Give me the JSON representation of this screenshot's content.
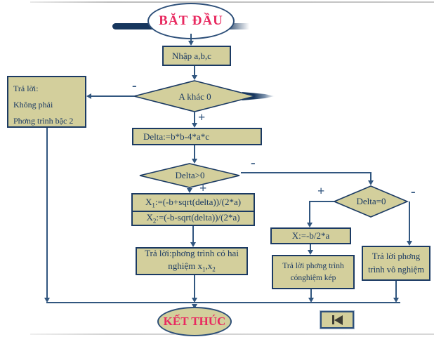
{
  "slide": {
    "title_oval": "BĂT ĐẦU",
    "end_oval": "KẾT THÚC"
  },
  "nodes": {
    "input": "Nhập a,b,c",
    "cond_a": "A khác 0",
    "no_quadratic": {
      "l1": "Trả lời:",
      "l2": "Không phải",
      "l3": "Phơng trình bậc 2"
    },
    "delta": "Delta:=b*b-4*a*c",
    "cond_delta_gt0": "Delta>0",
    "x1": {
      "base": "X",
      "sub": "1",
      "rest": ":=(-b+sqrt(delta))/(2*a)"
    },
    "x2": {
      "base": "X",
      "sub": "2",
      "rest": ":=(-b-sqrt(delta))/(2*a)"
    },
    "two_roots": {
      "l1": "Trả lời:phơng trình có hai",
      "l2a": "nghiệm x",
      "l2sub1": "1",
      "l2b": ",x",
      "l2sub2": "2"
    },
    "cond_delta_eq0": "Delta=0",
    "x_double": "X:=-b/2*a",
    "double_root": {
      "l1": "Trả lời phơng trình",
      "l2": "cónghiệm kép"
    },
    "no_root": {
      "l1": "Trả lời phơng",
      "l2": "trình vô nghiệm"
    }
  },
  "branch_labels": {
    "cond_a_no": "-",
    "cond_a_yes": "+",
    "delta_gt0_no": "-",
    "delta_gt0_yes": "+",
    "delta_eq0_yes": "+",
    "delta_eq0_no": "-"
  },
  "nav": {
    "icon": "skip-to-start-icon"
  },
  "colors": {
    "node_fill": "#d3cf9c",
    "node_border": "#1b3a63",
    "connector": "#31567f",
    "text": "#1b3a63",
    "title_red": "#e82a60",
    "bar_navy": "#17375e"
  }
}
